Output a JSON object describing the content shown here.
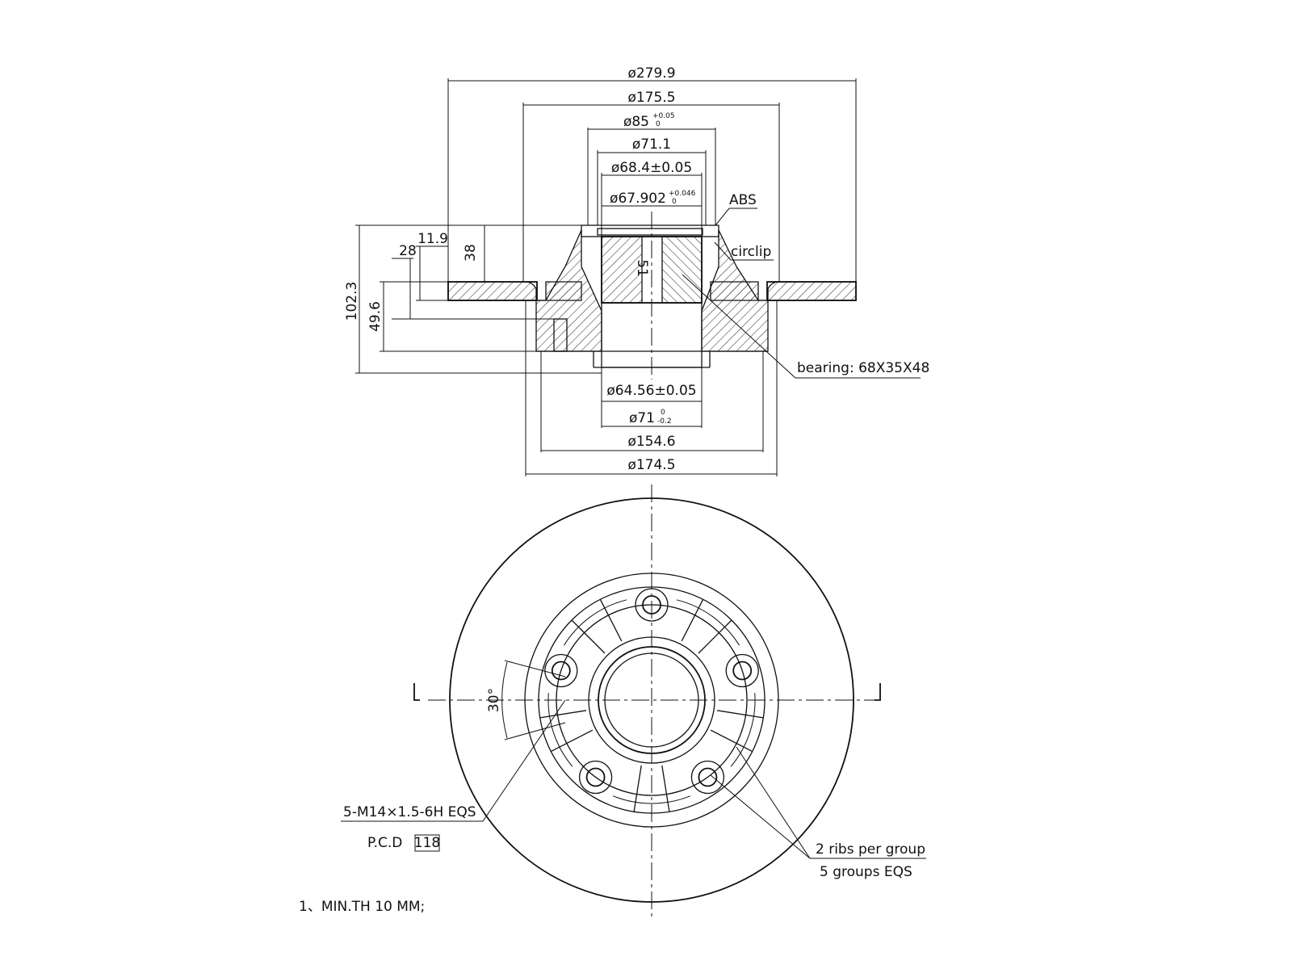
{
  "section_view": {
    "dims_top": {
      "d279": "ø279.9",
      "d175": "ø175.5",
      "d85": "ø85",
      "d85_tol_up": "+0.05",
      "d85_tol_lo": "0",
      "d71_1": "ø71.1",
      "d68": "ø68.4±0.05",
      "d67": "ø67.902",
      "d67_tol_up": "+0.046",
      "d67_tol_lo": "0"
    },
    "dims_bottom": {
      "d64": "ø64.56±0.05",
      "d71": "ø71",
      "d71_tol_up": "0",
      "d71_tol_lo": "-0.2",
      "d154": "ø154.6",
      "d174": "ø174.5"
    },
    "dims_height": {
      "h102": "102.3",
      "h49": "49.6",
      "h28": "28",
      "h11": "11.9",
      "h38": "38",
      "h51": "51"
    },
    "callouts": {
      "abs": "ABS",
      "circlip": "circlip",
      "bearing": "bearing: 68X35X48"
    }
  },
  "plan_view": {
    "angle": "30°",
    "thread": "5-M14×1.5-6H EQS",
    "pcd_prefix": "P.C.D",
    "pcd_value": "118",
    "ribs1": "2 ribs per group",
    "ribs2": "5 groups EQS",
    "bolt_count": 5,
    "rib_groups": 5
  },
  "notes": {
    "note1": "1、MIN.TH 10 MM;"
  }
}
